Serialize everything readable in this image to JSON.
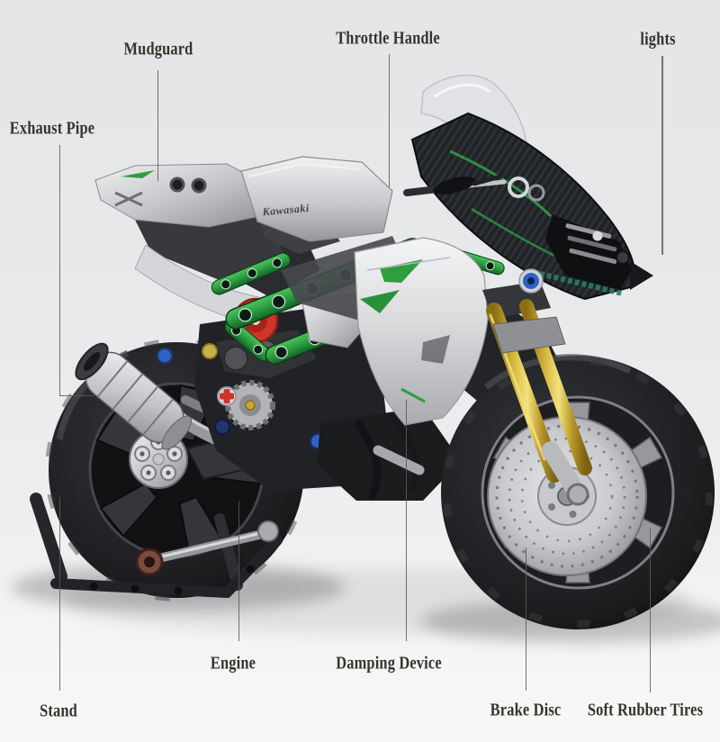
{
  "diagram": {
    "title": "Brick-model motorcycle parts callout diagram",
    "background_color": "#e8e9eb",
    "label_color": "#37322b",
    "leader_line_color": "#5f5a53",
    "labels": [
      {
        "id": "mudguard",
        "text": "Mudguard"
      },
      {
        "id": "throttle-handle",
        "text": "Throttle Handle"
      },
      {
        "id": "lights",
        "text": "lights"
      },
      {
        "id": "exhaust-pipe",
        "text": "Exhaust Pipe"
      },
      {
        "id": "engine",
        "text": "Engine"
      },
      {
        "id": "damping-device",
        "text": "Damping Device"
      },
      {
        "id": "stand",
        "text": "Stand"
      },
      {
        "id": "brake-disc",
        "text": "Brake Disc"
      },
      {
        "id": "soft-rubber-tires",
        "text": "Soft Rubber Tires"
      }
    ]
  },
  "bike": {
    "tank_logo": "Kawasaki",
    "colors": {
      "frame_green": "#2f9e3f",
      "fork_gold": "#d4b52e",
      "gear_red": "#cf352a",
      "pin_blue": "#2f62c4",
      "body_silver": "#c9cace",
      "carbon_black": "#202226",
      "tire_black": "#1a1a1c"
    }
  }
}
